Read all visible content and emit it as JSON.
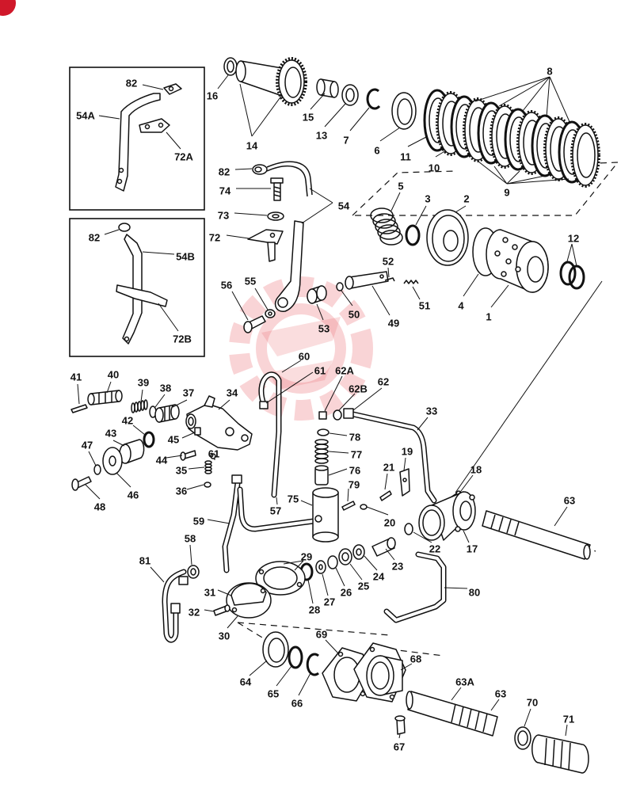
{
  "callouts": [
    "16",
    "15",
    "14",
    "13",
    "7",
    "6",
    "11",
    "10",
    "8",
    "9",
    "82",
    "54A",
    "72A",
    "82",
    "74",
    "73",
    "72",
    "54",
    "5",
    "3",
    "2",
    "12",
    "4",
    "1",
    "52",
    "51",
    "49",
    "50",
    "53",
    "56",
    "55",
    "82",
    "54B",
    "72B",
    "60",
    "61",
    "62A",
    "62B",
    "62",
    "33",
    "41",
    "40",
    "39",
    "38",
    "37",
    "34",
    "42",
    "43",
    "45",
    "44",
    "35",
    "61",
    "36",
    "47",
    "48",
    "46",
    "78",
    "77",
    "76",
    "79",
    "75",
    "21",
    "19",
    "18",
    "63",
    "57",
    "59",
    "20",
    "22",
    "17",
    "58",
    "81",
    "29",
    "23",
    "24",
    "25",
    "26",
    "27",
    "28",
    "31",
    "32",
    "30",
    "80",
    "69",
    "68",
    "64",
    "65",
    "66",
    "63A",
    "63",
    "70",
    "71",
    "67"
  ],
  "colors": {
    "ink": "#111111",
    "watermark": "#e8636a",
    "corner_badge": "#d0182a"
  }
}
